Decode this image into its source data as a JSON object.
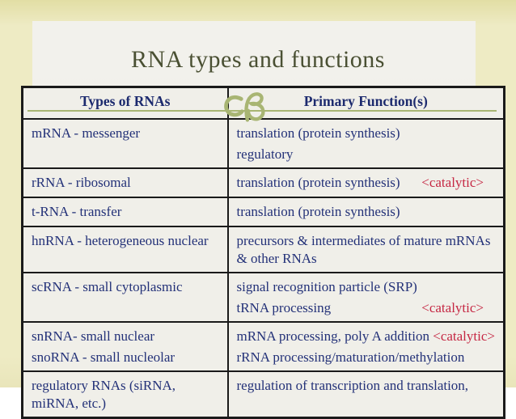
{
  "title": "RNA types and functions",
  "table": {
    "headers": [
      "Types of RNAs",
      "Primary Function(s)"
    ],
    "catalytic_label": "<catalytic>",
    "rows": [
      {
        "type_lines": [
          "mRNA - messenger"
        ],
        "function_lines": [
          {
            "text": "translation (protein synthesis)"
          },
          {
            "text": "regulatory"
          }
        ]
      },
      {
        "type_lines": [
          "rRNA - ribosomal"
        ],
        "function_lines": [
          {
            "text": "translation (protein synthesis)",
            "catalytic": "right"
          }
        ]
      },
      {
        "type_lines": [
          "t-RNA - transfer"
        ],
        "function_lines": [
          {
            "text": "translation (protein synthesis)"
          }
        ]
      },
      {
        "type_lines": [
          "hnRNA - heterogeneous nuclear"
        ],
        "function_lines": [
          {
            "text": "precursors & intermediates of mature mRNAs & other RNAs"
          }
        ]
      },
      {
        "type_lines": [
          "scRNA - small cytoplasmic"
        ],
        "function_lines": [
          {
            "text": "signal recognition particle (SRP)"
          },
          {
            "text": "tRNA processing",
            "catalytic": "right"
          }
        ]
      },
      {
        "type_lines": [
          "snRNA- small nuclear",
          "snoRNA - small nucleolar"
        ],
        "function_lines": [
          {
            "text": "mRNA processing, poly A addition ",
            "catalytic": "inline"
          },
          {
            "text": "rRNA processing/maturation/methylation"
          }
        ]
      },
      {
        "type_lines": [
          "regulatory RNAs (siRNA,",
          "miRNA, etc.)"
        ],
        "type_tight": true,
        "function_lines": [
          {
            "text": "regulation of transcription and translation,"
          }
        ]
      }
    ]
  },
  "ornament": "calligraphic-flourish",
  "colors": {
    "slide_bg": "#eeebc4",
    "slide_bg_top": "#e2dea4",
    "panel_bg": "#f1f0ea",
    "cell_bg": "#f0efe9",
    "table_border": "#1a1a1a",
    "title_color": "#4a5033",
    "header_text": "#1c2a6e",
    "body_text": "#233178",
    "catalytic_red": "#c52743",
    "accent_olive": "#a8b573"
  }
}
